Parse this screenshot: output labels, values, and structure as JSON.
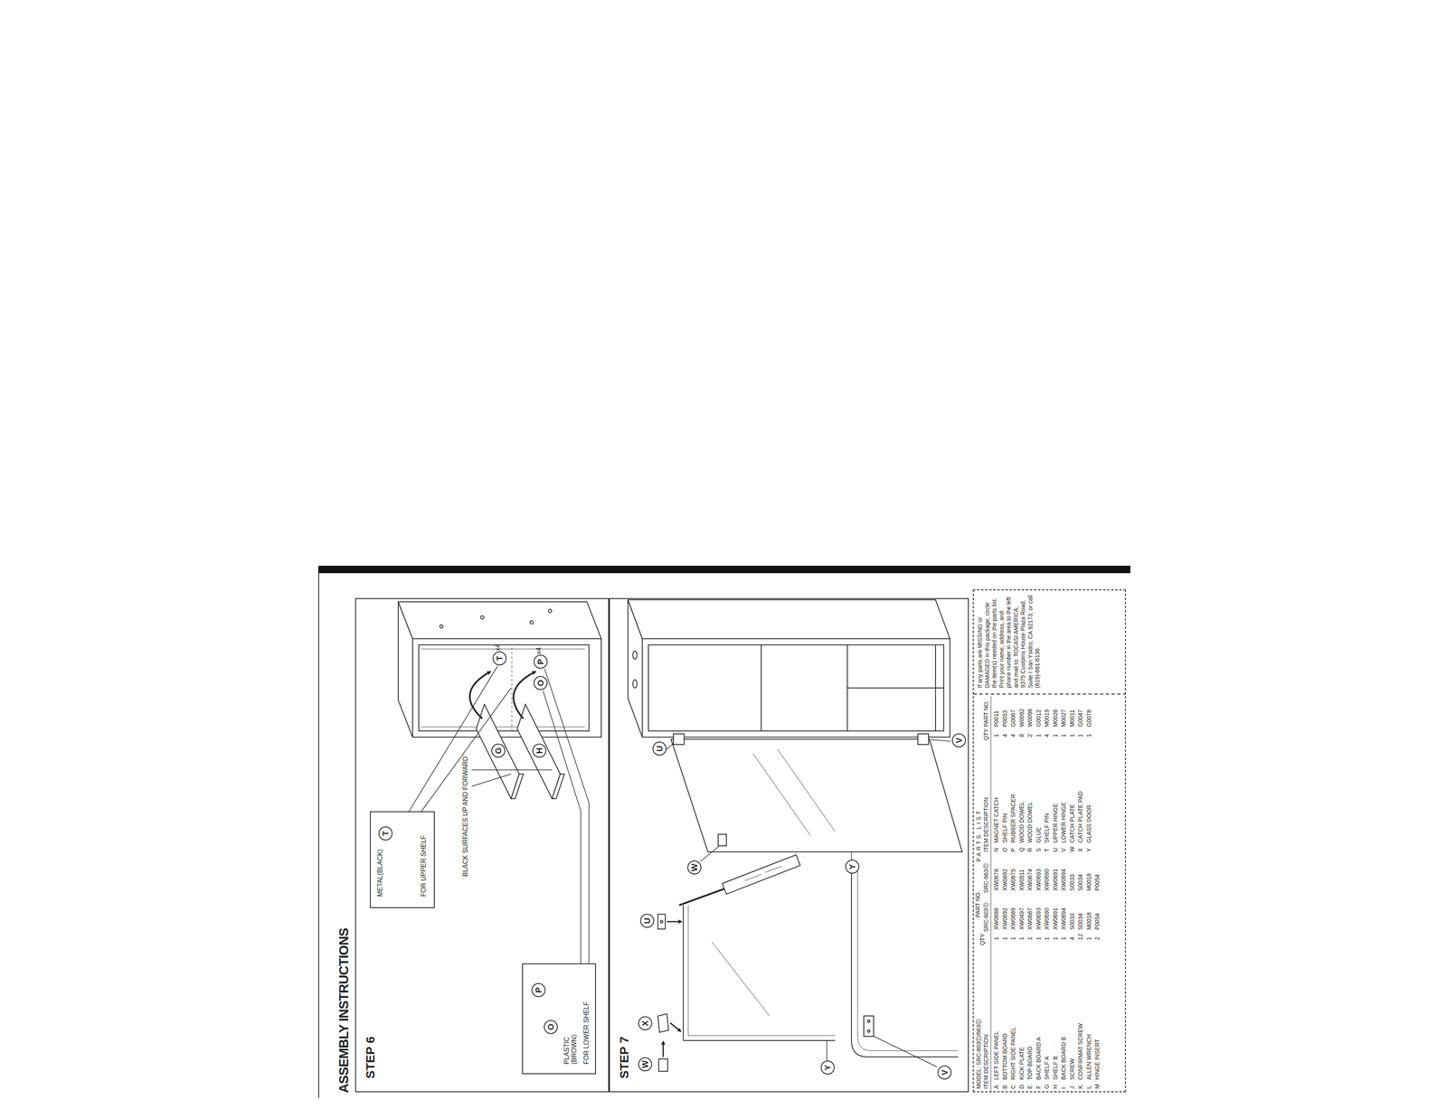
{
  "diagram": {
    "title": "ASSEMBLY INSTRUCTIONS",
    "nodes": [
      {
        "text": [
          "STEP 6"
        ]
      },
      {
        "text": [
          "METAL(BLACK)",
          "FOR UPPER SHELF"
        ],
        "in": 0
      },
      {
        "text": [
          "T"
        ],
        "in": 1
      },
      {
        "text": [
          "PLASTIC (BROWN)",
          "FOR LOWER SHELF"
        ],
        "in": 0
      },
      {
        "text": [
          "O"
        ],
        "in": 3
      },
      {
        "text": [
          "P"
        ],
        "in": 3
      },
      {
        "text": [
          "G"
        ],
        "in": 0
      },
      {
        "text": [
          "H"
        ],
        "in": 0
      },
      {
        "text": [
          "T"
        ],
        "in": 0
      },
      {
        "text": [
          "O"
        ],
        "in": 0
      },
      {
        "text": [
          "P"
        ],
        "in": 0
      },
      {
        "text": [
          "STEP 7"
        ]
      },
      {
        "text": [
          "W"
        ],
        "in": 11
      },
      {
        "text": [
          "X"
        ],
        "in": 11
      },
      {
        "text": [
          "U"
        ],
        "in": 11
      },
      {
        "text": [
          "Y"
        ],
        "in": 11
      },
      {
        "text": [
          "V"
        ],
        "in": 11
      },
      {
        "text": [
          "U"
        ],
        "in": 11
      },
      {
        "text": [
          "W"
        ],
        "in": 11
      },
      {
        "text": [
          "Y"
        ],
        "in": 11
      },
      {
        "text": [
          "V"
        ],
        "in": 11
      },
      {
        "text": [
          "PARTS LIST"
        ]
      }
    ],
    "labels": [
      "BLACK SURFACES UP AND FORWARD",
      "x4",
      "x4",
      "MODEL: SRC-603Ⓒ/663Ⓒ",
      "ITEM DESCRIPTION",
      "QTY",
      "PART NO.",
      "SRC-603Ⓒ",
      "SRC-663Ⓒ",
      "ITEM DESCRIPTION",
      "QTY",
      "PART NO.",
      "A",
      "LEFT SIDE PANEL",
      "1",
      "XW0688",
      "XW0678",
      "B",
      "BOTTOM BOARD",
      "1",
      "XW0692",
      "XW0692",
      "C",
      "RIGHT SIDE PANEL",
      "1",
      "XW0689",
      "XW0675",
      "D",
      "KICK PLATE",
      "1",
      "XW0497",
      "XW0511",
      "E",
      "TOP BOARD",
      "1",
      "XW0687",
      "XW0674",
      "F",
      "BACK BOARD A",
      "1",
      "XW0693",
      "XW0693",
      "G",
      "SHELF A",
      "1",
      "XW0690",
      "XW0690",
      "H",
      "SHELF B",
      "1",
      "XW0691",
      "XW0691",
      "I",
      "BACK BOARD B",
      "1",
      "XW0694",
      "XW0694",
      "J",
      "SCREW",
      "4",
      "S0033",
      "S0033",
      "K",
      "CONFIRMAT SCREW",
      "12",
      "S0034",
      "S0034",
      "L",
      "ALLEN WRENCH",
      "1",
      "M0018",
      "M0018",
      "M",
      "HINGE INSERT",
      "2",
      "P0054",
      "P0054",
      "N",
      "MAGNET CATCH",
      "1",
      "P0011",
      "O",
      "SHELF PIN",
      "4",
      "P0053",
      "P",
      "RUBBER SPACER",
      "4",
      "G0067",
      "Q",
      "WOOD DOWEL",
      "8",
      "W0092",
      "R",
      "WOOD DOWEL",
      "2",
      "W0096",
      "S",
      "GLUE",
      "1",
      "G0012",
      "T",
      "SHELF PIN",
      "4",
      "M0019",
      "U",
      "UPPER HINGE",
      "1",
      "M0026",
      "V",
      "LOWER HINGE",
      "1",
      "M0027",
      "W",
      "CATCH PLATE",
      "1",
      "M0011",
      "X",
      "CATCH PLATE PAD",
      "1",
      "G0047",
      "Y",
      "GLASS DOOR",
      "1",
      "G0078",
      "If any parts are MISSING or DAMAGED in this package, circle the item(s) needed on the parts list. Print your name, address, and phone number in the area to the left and mail to: TOCASI AMERICA, 9375 Customs House Plaza Road, Suite I San Ysidro, CA 92173, or call (619)-661-6136."
    ]
  }
}
